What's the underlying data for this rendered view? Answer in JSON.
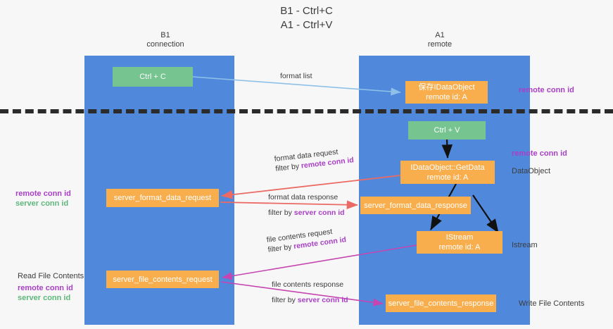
{
  "title": {
    "line1": "B1 - Ctrl+C",
    "line2": "A1 - Ctrl+V"
  },
  "columns": [
    {
      "name": "B1",
      "role": "connection"
    },
    {
      "name": "A1",
      "role": "remote"
    }
  ],
  "nodes": {
    "ctrl_c": {
      "label": "Ctrl + C",
      "color": "#76C490"
    },
    "save_idataobject": {
      "line1": "保存IDataObject",
      "line2": "remote id: A",
      "color": "#F8AE4D"
    },
    "ctrl_v": {
      "label": "Ctrl + V",
      "color": "#76C490"
    },
    "getdata": {
      "line1": "IDataObject::GetData",
      "line2": "remote id: A",
      "color": "#F8AE4D"
    },
    "server_format_data_request": {
      "label": "server_format_data_request",
      "color": "#F8AE4D"
    },
    "server_format_data_response": {
      "label": "server_format_data_response",
      "color": "#F8AE4D"
    },
    "istream": {
      "line1": "IStream",
      "line2": "remote id: A",
      "color": "#F8AE4D"
    },
    "server_file_contents_request": {
      "label": "server_file_contents_request",
      "color": "#F8AE4D"
    },
    "server_file_contents_response": {
      "label": "server_file_contents_response",
      "color": "#F8AE4D"
    }
  },
  "edges": {
    "format_list": {
      "label": "format list",
      "color": "#8EC0E8"
    },
    "format_data_request": {
      "label": "format data request",
      "filter_prefix": "filter by ",
      "filter_key": "remote conn id",
      "color": "#EC6A64"
    },
    "format_data_response": {
      "label": "format data response",
      "filter_prefix": "filter by ",
      "filter_key": "server conn id",
      "color": "#EC6A64"
    },
    "file_contents_request": {
      "label": "file contents request",
      "filter_prefix": "filter by ",
      "filter_key": "remote conn id",
      "color": "#C645B0"
    },
    "file_contents_response": {
      "label": "file contents response",
      "filter_prefix": "filter by ",
      "filter_key": "server conn id",
      "color": "#C645B0"
    }
  },
  "annotations": {
    "remote_conn_id_top": "remote conn id",
    "remote_conn_id_mid": "remote conn id",
    "dataobject": "DataObject",
    "istream": "Istream",
    "write_file_contents": "Write File Contents",
    "read_file_contents": "Read File Contents",
    "left_remote_conn_id": "remote conn id",
    "left_server_conn_id": "server conn id",
    "left_remote_conn_id_2": "remote conn id",
    "left_server_conn_id_2": "server conn id"
  },
  "colors": {
    "lane": "#5089DC",
    "green_node": "#76C490",
    "orange_node": "#F8AE4D",
    "purple_text": "#A93FC6",
    "green_text": "#5FB77B",
    "dark_text": "#3c3c3c",
    "dashed_line": "#2b2b2b",
    "background": "#f7f7f7"
  }
}
